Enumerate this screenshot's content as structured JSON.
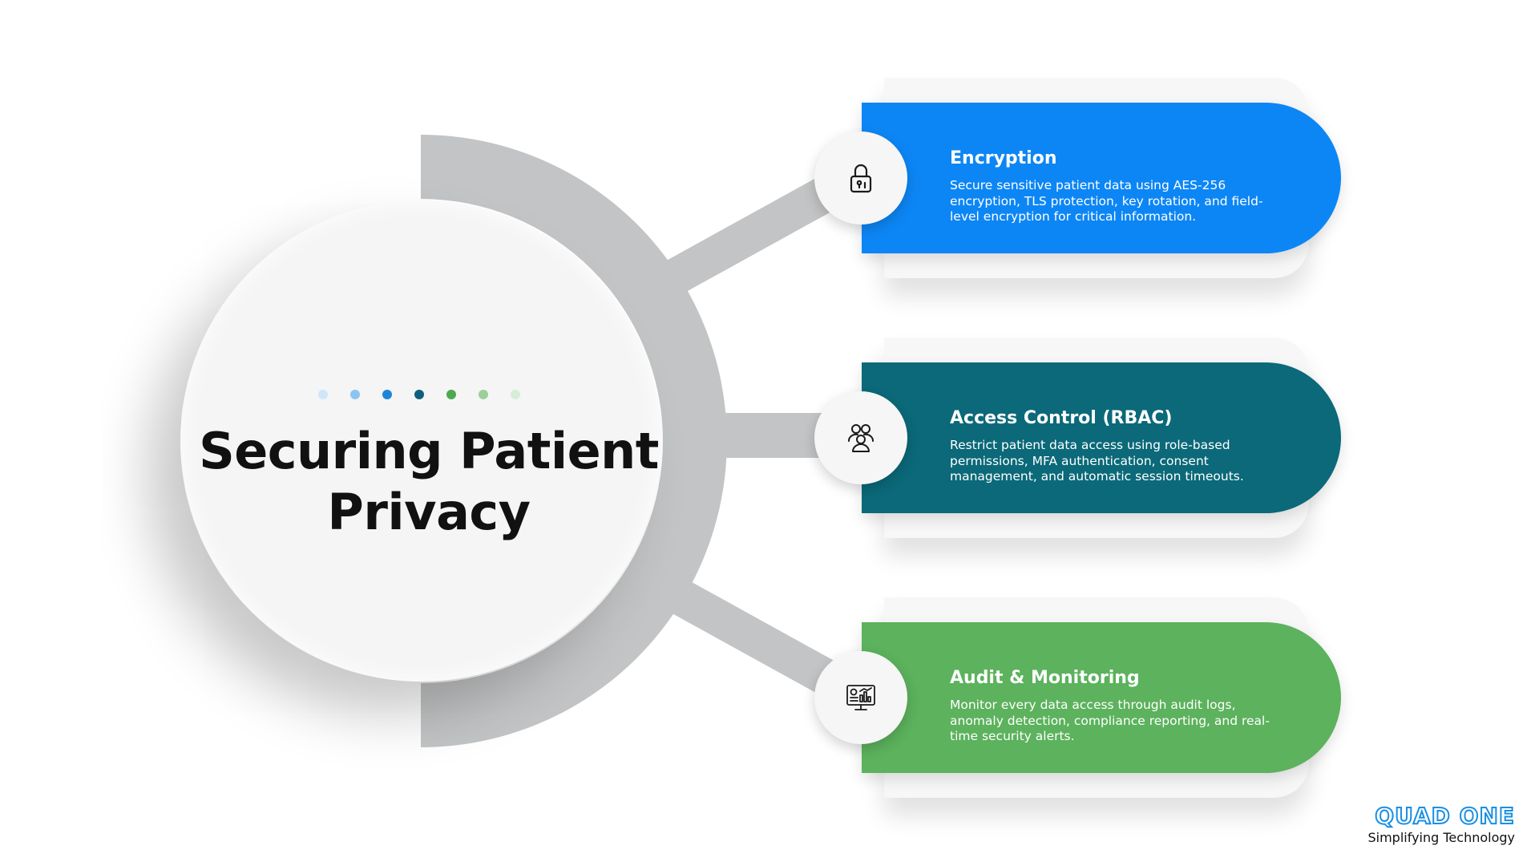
{
  "title": "Securing Patient Privacy",
  "dot_colors": [
    "#cfe6f8",
    "#8cc4f0",
    "#1a86d8",
    "#0f5f7c",
    "#4ea84f",
    "#9ccf9a",
    "#d7ecd6"
  ],
  "cards": [
    {
      "title": "Encryption",
      "description": "Secure sensitive patient data using AES-256 encryption, TLS protection, key rotation, and field-level encryption for critical information.",
      "color": "#0d86f5",
      "icon": "padlock-icon"
    },
    {
      "title": "Access Control (RBAC)",
      "description": "Restrict patient data access using role-based permissions, MFA authentication, consent management, and automatic session timeouts.",
      "color": "#0b6979",
      "icon": "users-group-icon"
    },
    {
      "title": "Audit & Monitoring",
      "description": "Monitor every data access through audit logs, anomaly detection, compliance reporting, and real-time security alerts.",
      "color": "#5cb25d",
      "icon": "monitor-dashboard-icon"
    }
  ],
  "brand": {
    "name": "QUAD ONE",
    "tagline": "Simplifying Technology"
  }
}
